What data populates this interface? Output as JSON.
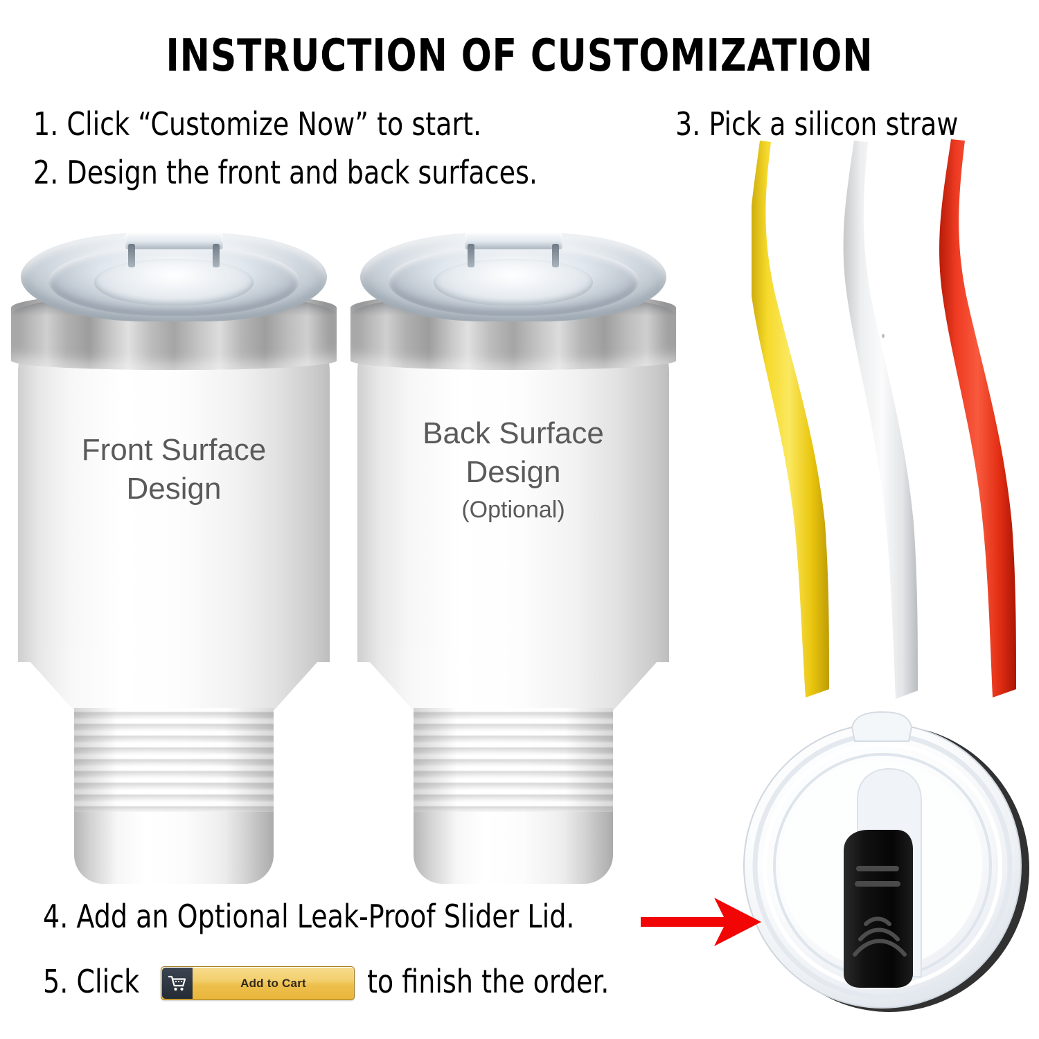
{
  "title": "INSTRUCTION OF CUSTOMIZATION",
  "steps": [
    {
      "id": "step1",
      "text": "1. Click “Customize Now” to start."
    },
    {
      "id": "step2",
      "text": "2. Design the front and back surfaces."
    },
    {
      "id": "step3",
      "text": "3. Pick a silicon straw"
    },
    {
      "id": "step4",
      "text": "4. Add an Optional Leak-Proof Slider Lid."
    },
    {
      "id": "step5a",
      "text": "5. Click"
    },
    {
      "id": "step5b",
      "text": "to finish the order."
    }
  ],
  "tumblers": {
    "front": {
      "line1": "Front Surface",
      "line2": "Design"
    },
    "back": {
      "line1": "Back Surface",
      "line2": "Design",
      "line3": "(Optional)"
    }
  },
  "straws": {
    "items": [
      {
        "name": "yellow-straw",
        "color": "#f0cd1c"
      },
      {
        "name": "white-straw",
        "color": "#e6e7e8"
      },
      {
        "name": "red-straw",
        "color": "#e8341e"
      }
    ]
  },
  "add_to_cart": {
    "label": "Add to Cart",
    "icon": "shopping-cart-icon",
    "button_color": "#eebf4d",
    "icon_bg": "#2b323d"
  },
  "arrow": {
    "name": "red-arrow",
    "color": "#f20505"
  },
  "colors": {
    "text": "#000000",
    "engraving": "#5a5a5a",
    "steel_band": "#b4b4b4",
    "body_white": "#ffffff",
    "slider_black": "#1a1a1a"
  }
}
